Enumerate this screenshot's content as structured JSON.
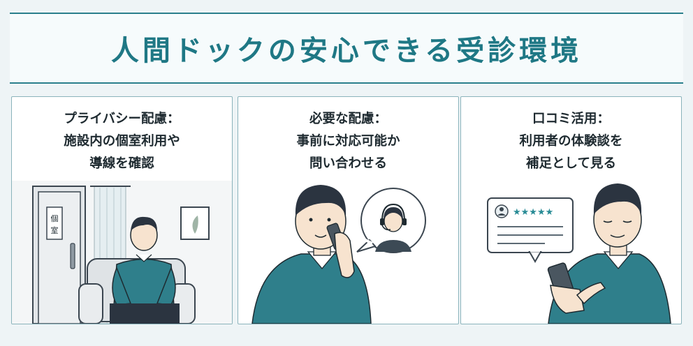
{
  "title": "人間ドックの安心できる受診環境",
  "cards": [
    {
      "lines": [
        "プライバシー配慮：",
        "施設内の個室利用や",
        "導線を確認"
      ],
      "door_sign": "個室"
    },
    {
      "lines": [
        "必要な配慮：",
        "事前に対応可能か",
        "問い合わせる"
      ]
    },
    {
      "lines": [
        "口コミ活用：",
        "利用者の体験談を",
        "補足として見る"
      ],
      "review_stars": "★★★★★"
    }
  ],
  "colors": {
    "accent": "#1f7885",
    "sweater": "#2f7f8b",
    "hair": "#2b3440",
    "skin": "#f7e3cf",
    "border": "#8ab3bb"
  }
}
